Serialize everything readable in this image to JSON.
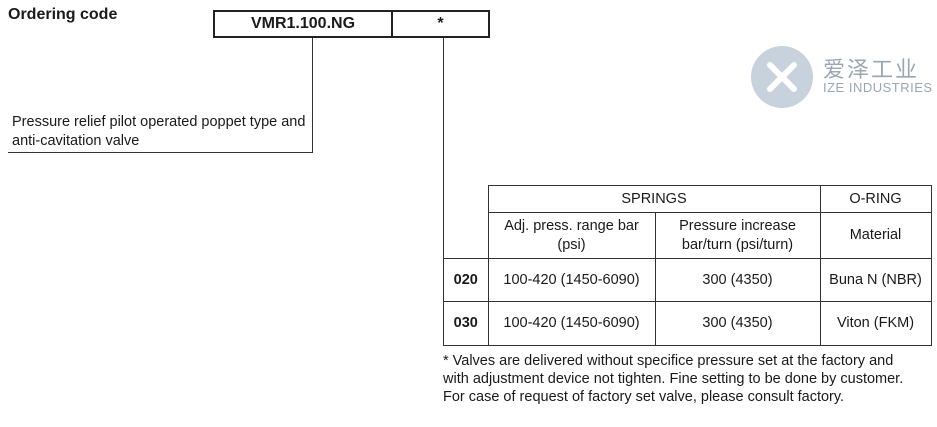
{
  "page": {
    "title": "Ordering code",
    "code_main": "VMR1.100.NG",
    "code_option": "*",
    "description": "Pressure relief pilot operated poppet type and anti-cavitation valve"
  },
  "logo": {
    "cn": "爱泽工业",
    "en": "IZE INDUSTRIES",
    "color": "#9aa6b2"
  },
  "table": {
    "group_springs": "SPRINGS",
    "group_oring": "O-RING",
    "col_range": "Adj. press. range bar (psi)",
    "col_increase": "Pressure increase bar/turn (psi/turn)",
    "col_material": "Material",
    "rows": [
      {
        "code": "020",
        "range": "100-420 (1450-6090)",
        "increase": "300 (4350)",
        "material": "Buna N (NBR)"
      },
      {
        "code": "030",
        "range": "100-420 (1450-6090)",
        "increase": "300 (4350)",
        "material": "Viton (FKM)"
      }
    ]
  },
  "note": "* Valves are delivered without specifice pressure set at the factory and with adjustment device not tighten. Fine setting to be done by customer. For case of request of factory set valve, please consult factory."
}
